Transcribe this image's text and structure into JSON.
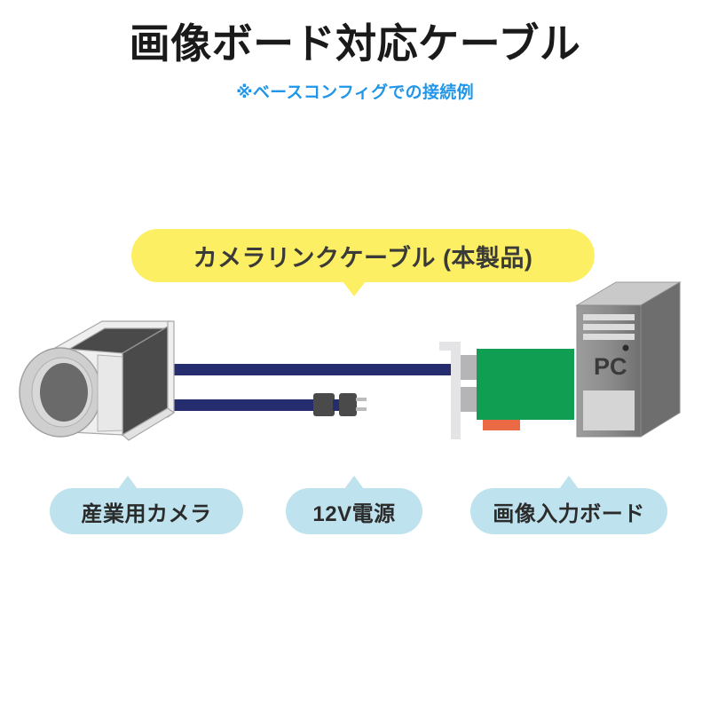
{
  "header": {
    "title": "画像ボード対応ケーブル",
    "subtitle": "※ベースコンフィグでの接続例",
    "title_color": "#1a1a1a",
    "subtitle_color": "#2196e8"
  },
  "callout": {
    "label": "カメラリンクケーブル (本製品)",
    "background": "#fdef63",
    "text_color": "#3a3a38"
  },
  "labels": [
    {
      "id": "camera",
      "text": "産業用カメラ"
    },
    {
      "id": "power",
      "text": "12V電源"
    },
    {
      "id": "board",
      "text": "画像入力ボード"
    }
  ],
  "label_style": {
    "background": "#bfe3ee",
    "text_color": "#2b2b2b"
  },
  "diagram": {
    "pc": {
      "label": "PC",
      "label_color": "#3a3a3a",
      "front_color": "#8a8a8a",
      "side_color": "#6e6e6e",
      "top_color": "#c9c9c9",
      "bay_color": "#dcdcdc",
      "panel_color": "#d5d5d5",
      "dot_color": "#2a2a2a"
    },
    "board": {
      "pcb_color": "#0f9e52",
      "bracket_color": "#e4e4e6",
      "port_color": "#b5b5b8",
      "tab_color": "#ea6a46"
    },
    "camera": {
      "body_dark": "#4a4a4a",
      "body_light": "#efefef",
      "edge_color": "#9a9a9a",
      "lens_ring_color": "#cfcfcf",
      "lens_center_color": "#6a6a6a"
    },
    "cable": {
      "color": "#262d6e",
      "connector_color": "#4a4a4a",
      "prong_color": "#b8b8b8"
    }
  }
}
